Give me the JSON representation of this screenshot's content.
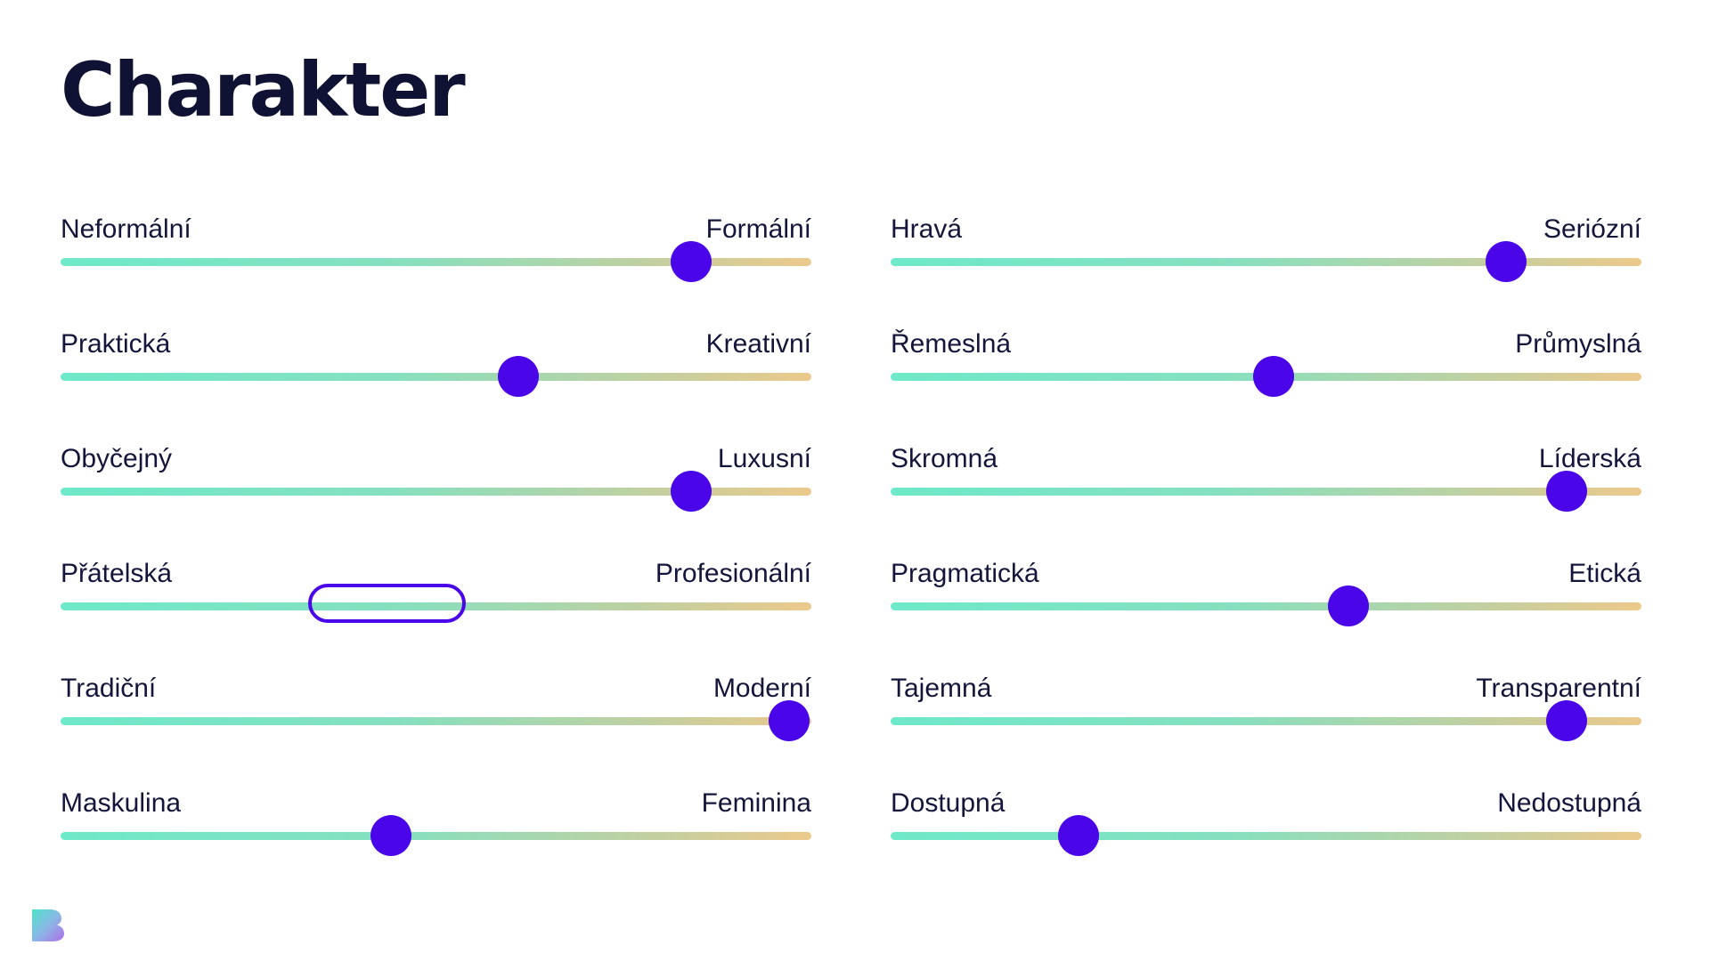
{
  "title": "Charakter",
  "brand_colors": {
    "knob": "#4a06e8",
    "track_start": "#6ee9c9",
    "track_end": "#ecc98b",
    "title": "#0f1233"
  },
  "sliders": [
    {
      "left_label": "Neformální",
      "right_label": "Formální",
      "value": 0.84
    },
    {
      "left_label": "Hravá",
      "right_label": "Seriózní",
      "value": 0.82
    },
    {
      "left_label": "Praktická",
      "right_label": "Kreativní",
      "value": 0.61
    },
    {
      "left_label": "Řemeslná",
      "right_label": "Průmyslná",
      "value": 0.51
    },
    {
      "left_label": "Obyčejný",
      "right_label": "Luxusní",
      "value": 0.84
    },
    {
      "left_label": "Skromná",
      "right_label": "Líderská",
      "value": 0.9
    },
    {
      "left_label": "Přátelská",
      "right_label": "Profesionální",
      "range": [
        0.33,
        0.54
      ]
    },
    {
      "left_label": "Pragmatická",
      "right_label": "Etická",
      "value": 0.61
    },
    {
      "left_label": "Tradiční",
      "right_label": "Moderní",
      "value": 0.97
    },
    {
      "left_label": "Tajemná",
      "right_label": "Transparentní",
      "value": 0.9
    },
    {
      "left_label": "Maskulina",
      "right_label": "Feminina",
      "value": 0.44
    },
    {
      "left_label": "Dostupná",
      "right_label": "Nedostupná",
      "value": 0.25
    }
  ],
  "logo_icon": "brand-b-logo-icon"
}
